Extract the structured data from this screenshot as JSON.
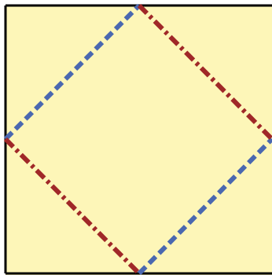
{
  "colors": {
    "background": "#FDF6B8",
    "frame": "#000000",
    "blue_dashes": "#4A68B0",
    "red_dashdot": "#A02828"
  },
  "diagram": {
    "description_visible_text": "",
    "shapes": {
      "frame": "square",
      "inner": "diamond"
    },
    "line_styles": {
      "diamond_left_top_and_right_bottom": "dashed",
      "diamond_top_right_and_bottom_left": "dash-dot"
    }
  }
}
